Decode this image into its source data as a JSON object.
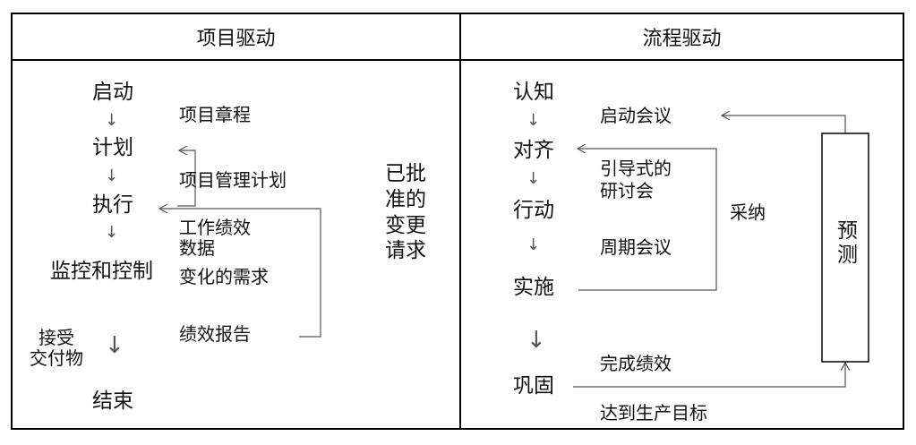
{
  "left": {
    "title": "项目驱动",
    "steps": [
      "启动",
      "计划",
      "执行",
      "监控和控制",
      "接受\n交付物",
      "结束"
    ],
    "notes": [
      "项目章程",
      "项目管理计划",
      "工作绩效\n数据",
      "变化的需求",
      "绩效报告"
    ],
    "approved_change": "已批\n准的\n变更\n请求"
  },
  "right": {
    "title": "流程驱动",
    "steps": [
      "认知",
      "对齐",
      "行动",
      "实施",
      "巩固"
    ],
    "notes": [
      "启动会议",
      "引导式的\n研讨会",
      "周期会议",
      "完成绩效",
      "达到生产目标"
    ],
    "adopt": "采纳",
    "forecast": "预测"
  }
}
